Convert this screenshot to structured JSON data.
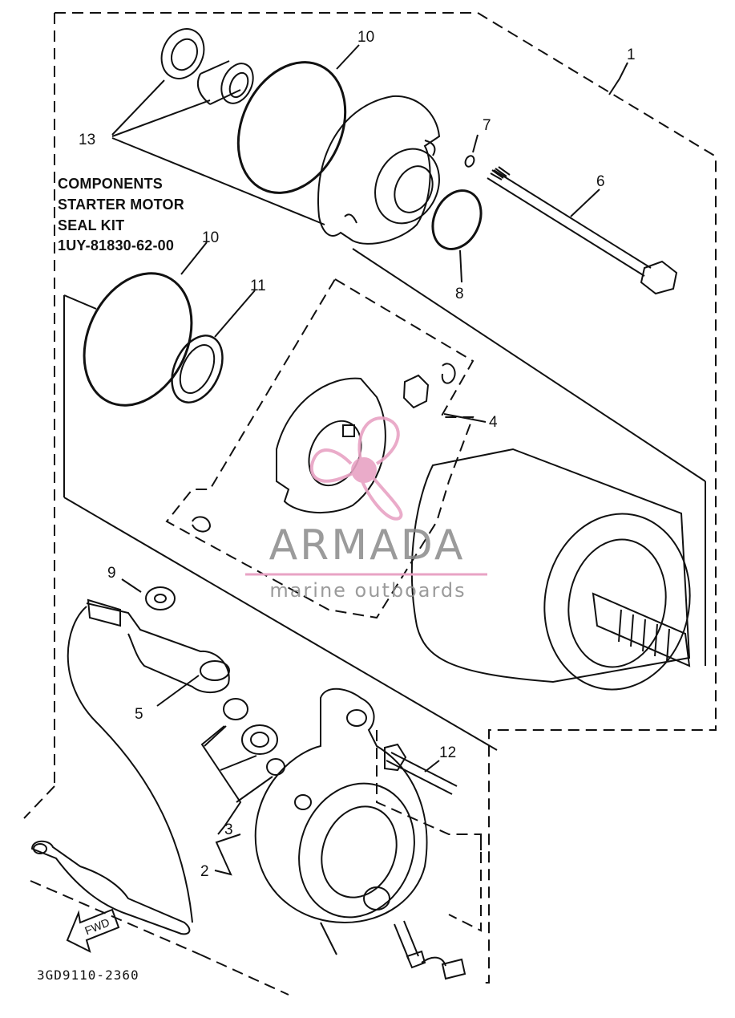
{
  "kit_label": {
    "line1": "COMPONENTS",
    "line2": "STARTER MOTOR",
    "line3": "SEAL KIT",
    "line4": "1UY-81830-62-00"
  },
  "callouts": {
    "c1": "1",
    "c2": "2",
    "c3": "3",
    "c4": "4",
    "c5": "5",
    "c6": "6",
    "c7": "7",
    "c8": "8",
    "c9": "9",
    "c10_top": "10",
    "c10_left": "10",
    "c11": "11",
    "c12": "12",
    "c13": "13"
  },
  "direction_arrow": "FWD",
  "drawing_code": "3GD9110-2360",
  "watermark": {
    "brand": "ARMADA",
    "tagline": "marine outboards",
    "accent_color": "#e8a3c4",
    "text_color": "#8a8a8a"
  },
  "colors": {
    "line": "#111111",
    "background": "#ffffff"
  }
}
